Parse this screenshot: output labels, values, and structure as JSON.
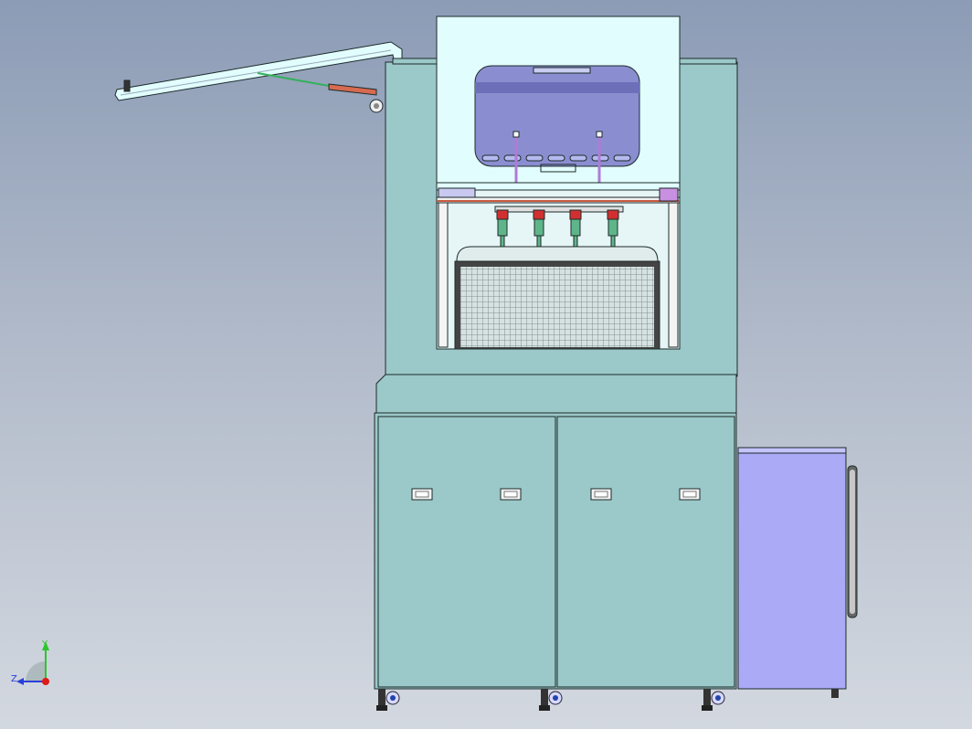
{
  "view": {
    "type": "cad-assembly-front-view",
    "background_top": "#8c9cb6",
    "background_bottom": "#d3d8e0"
  },
  "triad": {
    "y_label": "Y",
    "z_label": "Z",
    "y_color": "#2ec42e",
    "z_color": "#2a3fd8",
    "x_color": "#e01818"
  },
  "colors": {
    "body": "#9bc8c8",
    "hood": "#e2fdfd",
    "window": "#8a8ed0",
    "side_cabinet": "#aaaaf6",
    "outline": "#1c2a2a",
    "gas_spring": "#d86a50",
    "rod": "#34b05a",
    "nozzle": "#5fb58a",
    "nozzle_cap": "#d23030",
    "purple_tube": "#b07ad8",
    "mesh": "#c8d8d8",
    "frame_red": "#c85a40"
  },
  "parts": {
    "nozzle_count": 4,
    "door_handle_count": 4,
    "caster_count": 3,
    "lid_opening_angle_deg": 12
  }
}
